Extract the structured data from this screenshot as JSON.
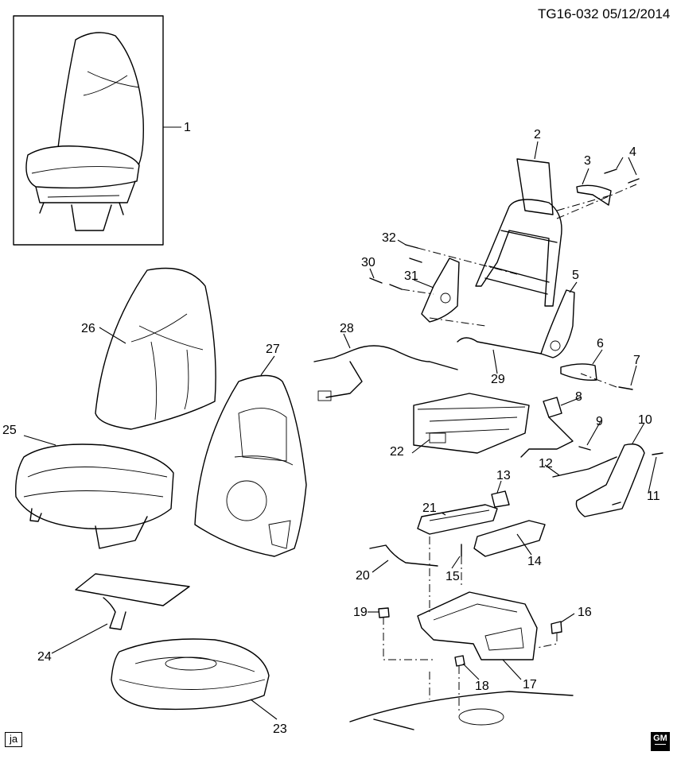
{
  "header": {
    "ref_code": "TG16-032  05/12/2014"
  },
  "footer": {
    "artist_tag": "ja",
    "logo_text": "GM"
  },
  "callouts": [
    "1",
    "2",
    "3",
    "4",
    "5",
    "6",
    "7",
    "8",
    "9",
    "10",
    "11",
    "12",
    "13",
    "14",
    "15",
    "16",
    "17",
    "18",
    "19",
    "20",
    "21",
    "22",
    "23",
    "24",
    "25",
    "26",
    "27",
    "28",
    "29",
    "30",
    "31",
    "32"
  ]
}
